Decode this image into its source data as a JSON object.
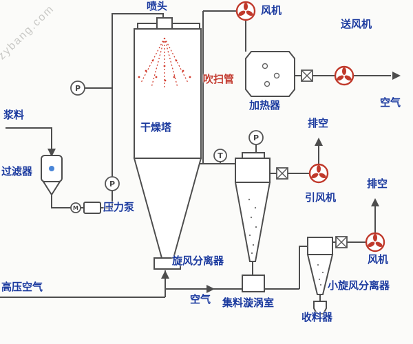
{
  "watermark": "zybang.com",
  "colors": {
    "pipe": "#4d4d4d",
    "label_blue": "#1b3a9e",
    "accent_red": "#c23b2f"
  },
  "labels": {
    "nozzle": "喷头",
    "fan_top": "风机",
    "supply_fan": "送风机",
    "purge_pipe": "吹扫管",
    "heater": "加热器",
    "air_right": "空气",
    "slurry": "浆料",
    "drying_tower": "干燥塔",
    "vent_mid": "排空",
    "filter": "过滤器",
    "pressure_pump": "压力泵",
    "induced_fan": "引风机",
    "vent_right": "排空",
    "cyclone": "旋风分离器",
    "fan_bottom": "风机",
    "high_pressure_air": "高压空气",
    "air_bottom": "空气",
    "collection_chamber": "集料漩涡室",
    "small_cyclone": "小旋风分离器",
    "collector": "收料器"
  },
  "gauges": {
    "pressure": "P",
    "temperature": "T",
    "motor": "M"
  }
}
